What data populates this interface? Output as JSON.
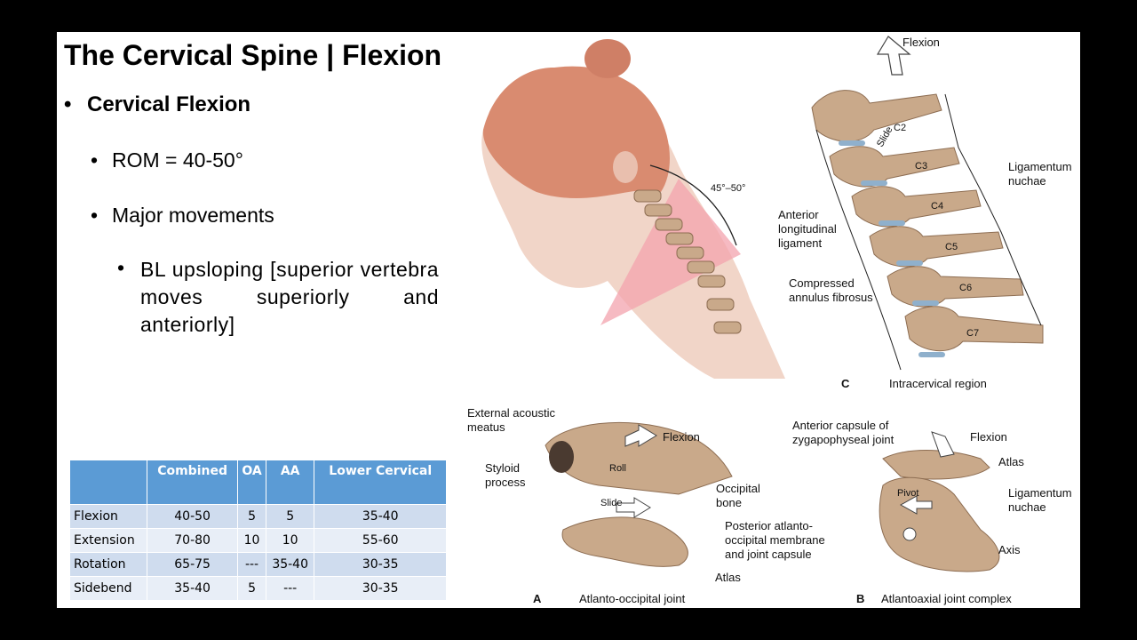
{
  "slide": {
    "title": "The Cervical Spine | Flexion",
    "bullets": {
      "b1": "Cervical Flexion",
      "b2": "ROM = 40-50°",
      "b3": "Major movements",
      "b4": "BL upsloping [superior vertebra moves superiorly and anteriorly]"
    }
  },
  "table": {
    "headers": [
      "",
      "Combined",
      "OA",
      "AA",
      "Lower Cervical"
    ],
    "rows": [
      [
        "Flexion",
        "40-50",
        "5",
        "5",
        "35-40"
      ],
      [
        "Extension",
        "70-80",
        "10",
        "10",
        "55-60"
      ],
      [
        "Rotation",
        "65-75",
        "---",
        "35-40",
        "30-35"
      ],
      [
        "Sidebend",
        "35-40",
        "5",
        "---",
        "30-35"
      ]
    ]
  },
  "figure": {
    "angle": "45°–50°",
    "c": {
      "flexion": "Flexion",
      "slide": "Slide",
      "vertebrae": [
        "C2",
        "C3",
        "C4",
        "C5",
        "C6",
        "C7"
      ],
      "lig_nuchae": "Ligamentum nuchae",
      "ant_long": "Anterior longitudinal ligament",
      "compressed": "Compressed annulus fibrosus",
      "letter": "C",
      "caption": "Intracervical region"
    },
    "a": {
      "ext_meatus": "External acoustic meatus",
      "flexion": "Flexion",
      "roll": "Roll",
      "slide": "Slide",
      "styloid": "Styloid process",
      "occipital": "Occipital bone",
      "post_membrane": "Posterior atlanto-occipital membrane and joint capsule",
      "atlas": "Atlas",
      "letter": "A",
      "caption": "Atlanto-occipital joint"
    },
    "b": {
      "ant_capsule": "Anterior capsule of zygapophyseal joint",
      "flexion": "Flexion",
      "atlas": "Atlas",
      "pivot": "Pivot",
      "lig_nuchae": "Ligamentum nuchae",
      "axis": "Axis",
      "letter": "B",
      "caption": "Atlantoaxial joint complex"
    }
  },
  "colors": {
    "header_blue": "#5b9bd5",
    "row_dark": "#cfdcee",
    "row_light": "#e8eef7",
    "bone": "#c9a98a",
    "hair": "#d98b70",
    "triangle": "#f3a3ad"
  }
}
